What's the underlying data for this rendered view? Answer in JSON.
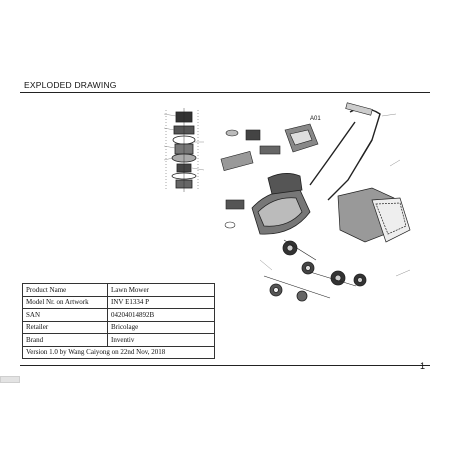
{
  "document": {
    "title": "EXPLODED DRAWING",
    "page_number": "1",
    "drawing_callout": "A01",
    "info_table": [
      {
        "label": "Product Name",
        "value": "Lawn Mower"
      },
      {
        "label": "Model Nr. on Artwork",
        "value": "INV E1334 P"
      },
      {
        "label": "SAN",
        "value": "04204014892B"
      },
      {
        "label": "Retailer",
        "value": "Bricolage"
      },
      {
        "label": "Brand",
        "value": "Inventiv"
      }
    ],
    "version_note": "Version 1.0 by Wang Caiyong on 22nd Nov, 2018"
  }
}
